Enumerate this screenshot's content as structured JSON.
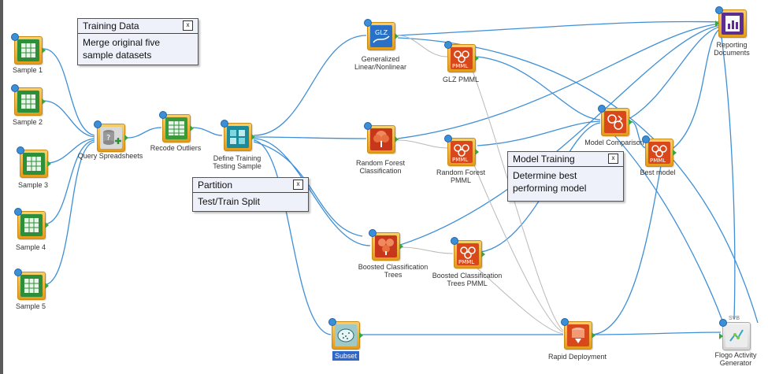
{
  "notes": {
    "training": {
      "title": "Training Data",
      "body": "Merge original five sample datasets",
      "close": "x"
    },
    "partition": {
      "title": "Partition",
      "body": "Test/Train Split",
      "close": "x"
    },
    "model": {
      "title": "Model Training",
      "body": "Determine best performing model",
      "close": "x"
    }
  },
  "nodes": {
    "sample1": {
      "label": "Sample 1",
      "icon": "spreadsheet-icon"
    },
    "sample2": {
      "label": "Sample 2",
      "icon": "spreadsheet-icon"
    },
    "sample3": {
      "label": "Sample 3",
      "icon": "spreadsheet-icon"
    },
    "sample4": {
      "label": "Sample 4",
      "icon": "spreadsheet-icon"
    },
    "sample5": {
      "label": "Sample 5",
      "icon": "spreadsheet-icon"
    },
    "query": {
      "label": "Query Spreadsheets",
      "icon": "database-query-icon"
    },
    "recode": {
      "label": "Recode Outliers",
      "icon": "table-icon"
    },
    "define": {
      "label": "Define Training Testing Sample",
      "icon": "sample-cubes-icon"
    },
    "glz": {
      "label": "Generalized Linear/Nonlinear",
      "icon": "glz-curve-icon",
      "badge": "GLZ"
    },
    "rf": {
      "label": "Random Forest Classification",
      "icon": "tree-icon"
    },
    "bct": {
      "label": "Boosted Classification Trees",
      "icon": "trees-icon"
    },
    "glzpmml": {
      "label": "GLZ PMML",
      "icon": "pmml-icon",
      "badge": "PMML"
    },
    "rfpmml": {
      "label": "Random Forest PMML",
      "icon": "pmml-icon",
      "badge": "PMML"
    },
    "bctpmml": {
      "label": "Boosted Classification Trees PMML",
      "icon": "pmml-icon",
      "badge": "PMML"
    },
    "compare": {
      "label": "Model Comparison",
      "icon": "model-compare-icon"
    },
    "best": {
      "label": "Best model",
      "icon": "pmml-icon",
      "badge": "PMML"
    },
    "report": {
      "label": "Reporting Documents",
      "icon": "report-icon"
    },
    "subset": {
      "label": "Subset",
      "icon": "scatter-subset-icon"
    },
    "rapid": {
      "label": "Rapid Deployment",
      "icon": "deploy-icon"
    },
    "flogo": {
      "label": "Flogo Activity Generator",
      "icon": "flogo-icon",
      "badge": "SVB"
    }
  },
  "colors": {
    "wire": "#3f8fd6",
    "wire_grey": "#b9b9b9",
    "node_gold": "#e9a62a",
    "note_bg": "#eef0fa",
    "selected": "#2f67c8"
  }
}
